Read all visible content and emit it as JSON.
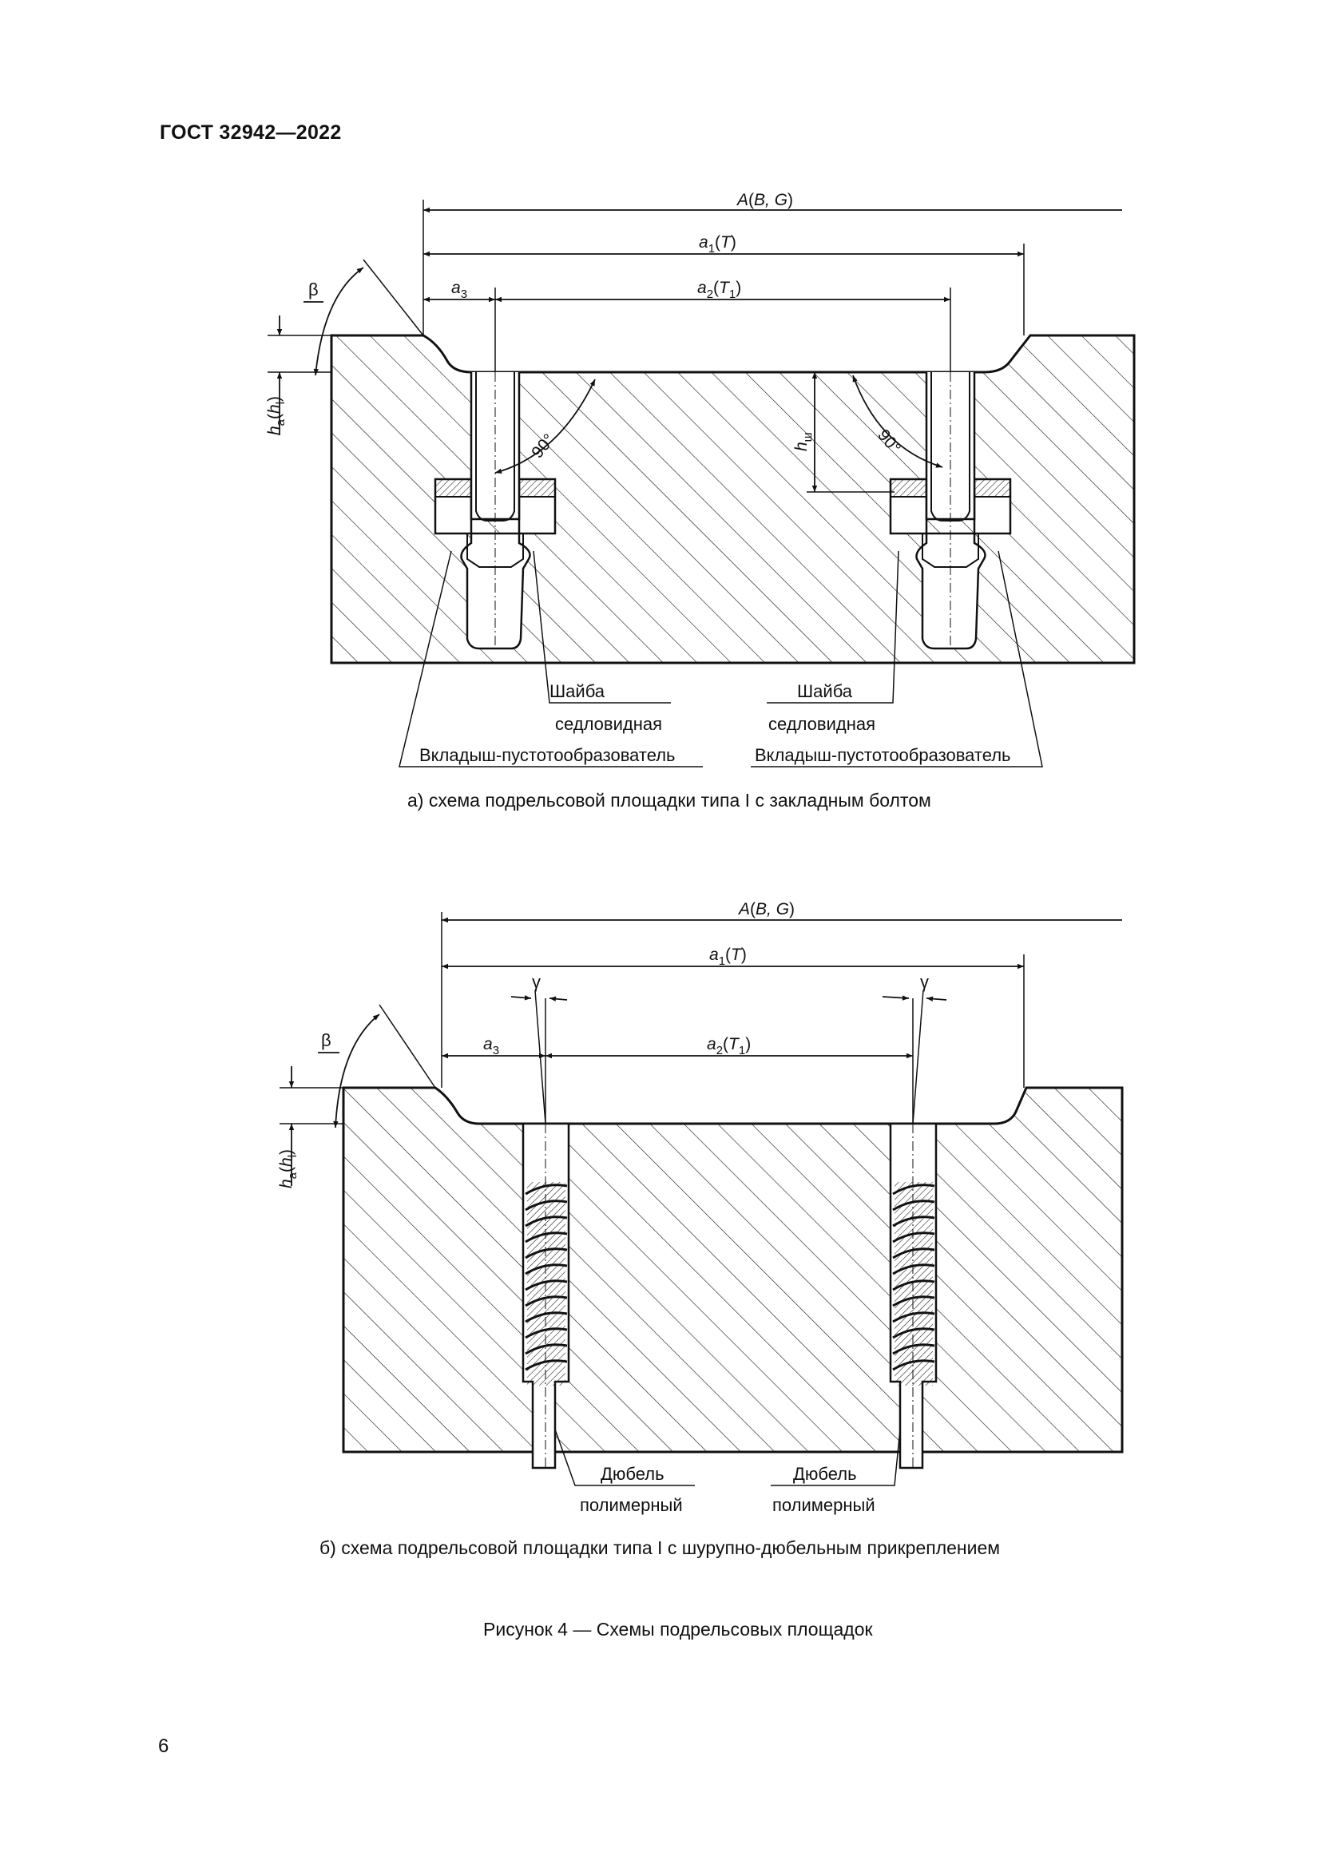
{
  "header": {
    "standard": "ГОСТ 32942—2022"
  },
  "figure_a": {
    "dims": {
      "A_prefix": "A",
      "A_args": "B, G",
      "a1_base": "a",
      "a1_sub": "1",
      "a1_arg": "T",
      "a2_base": "a",
      "a2_sub": "2",
      "a2_argbase": "T",
      "a2_argsub": "1",
      "a3_base": "a",
      "a3_sub": "3",
      "h_base": "h",
      "h_sub": "a",
      "h_arg_base": "h",
      "h_arg_sub": "l",
      "hsh_base": "h",
      "hsh_sub": "ш",
      "beta": "β",
      "angle90": "90°"
    },
    "labels": {
      "washer_line1": "Шайба",
      "washer_line2": "седловидная",
      "insert": "Вкладыш-пустотообразователь"
    },
    "caption": "а)  схема подрельсовой площадки типа I с закладным болтом"
  },
  "figure_b": {
    "dims": {
      "A_prefix": "A",
      "A_args": "B, G",
      "a1_base": "a",
      "a1_sub": "1",
      "a1_arg": "T",
      "a2_base": "a",
      "a2_sub": "2",
      "a2_argbase": "T",
      "a2_argsub": "1",
      "a3_base": "a",
      "a3_sub": "3",
      "h_base": "h",
      "h_sub": "a",
      "h_arg_base": "h",
      "h_arg_sub": "l",
      "beta": "β",
      "gamma": "γ"
    },
    "labels": {
      "dowel_line1": "Дюбель",
      "dowel_line2": "полимерный"
    },
    "caption": "б)  схема подрельсовой площадки типа I с шурупно-дюбельным прикреплением"
  },
  "figure_caption": "Рисунок 4 — Схемы подрельсовых площадок",
  "page_number": "6"
}
